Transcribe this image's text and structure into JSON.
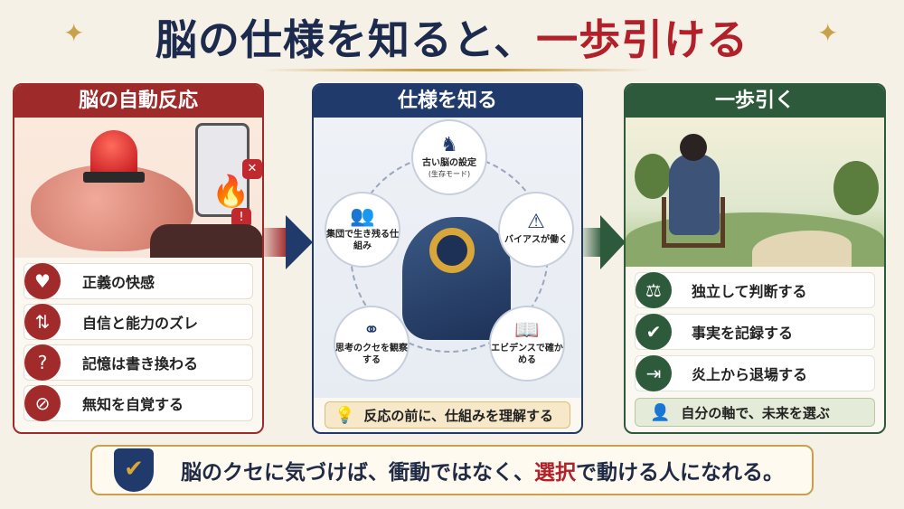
{
  "title": {
    "main": "脳の仕様を知ると、",
    "accent": "一歩引ける"
  },
  "left_panel": {
    "header": "脳の自動反応",
    "items": [
      {
        "icon": "heart-speech-icon",
        "label": "正義の快感"
      },
      {
        "icon": "person-arrow-icon",
        "label": "自信と能力のズレ"
      },
      {
        "icon": "question-head-icon",
        "label": "記憶は書き換わる"
      },
      {
        "icon": "eye-slash-icon",
        "label": "無知を自覚する"
      }
    ]
  },
  "middle_panel": {
    "header": "仕様を知る",
    "nodes": {
      "top": {
        "label": "古い脳の設定",
        "sub": "(生存モード)"
      },
      "left": {
        "label": "集団で生き残る仕組み"
      },
      "right": {
        "label": "バイアスが働く"
      },
      "bottom_left": {
        "label": "思考のクセを観察する"
      },
      "bottom_right": {
        "label": "エビデンスで確かめる"
      }
    },
    "banner": "反応の前に、仕組みを理解する"
  },
  "right_panel": {
    "header": "一歩引く",
    "items": [
      {
        "icon": "scales-icon",
        "label": "独立して判断する"
      },
      {
        "icon": "clipboard-check-icon",
        "label": "事実を記録する"
      },
      {
        "icon": "exit-door-icon",
        "label": "炎上から退場する"
      }
    ],
    "banner": "自分の軸で、未来を選ぶ"
  },
  "bottom": {
    "text_before": "脳のクセに気づけば、衝動ではなく、",
    "text_accent": "選択",
    "text_after": "で動ける人になれる。"
  },
  "colors": {
    "red": "#9f2a2a",
    "navy": "#203a6b",
    "green": "#2c5a3a",
    "gold": "#c9a14a"
  }
}
